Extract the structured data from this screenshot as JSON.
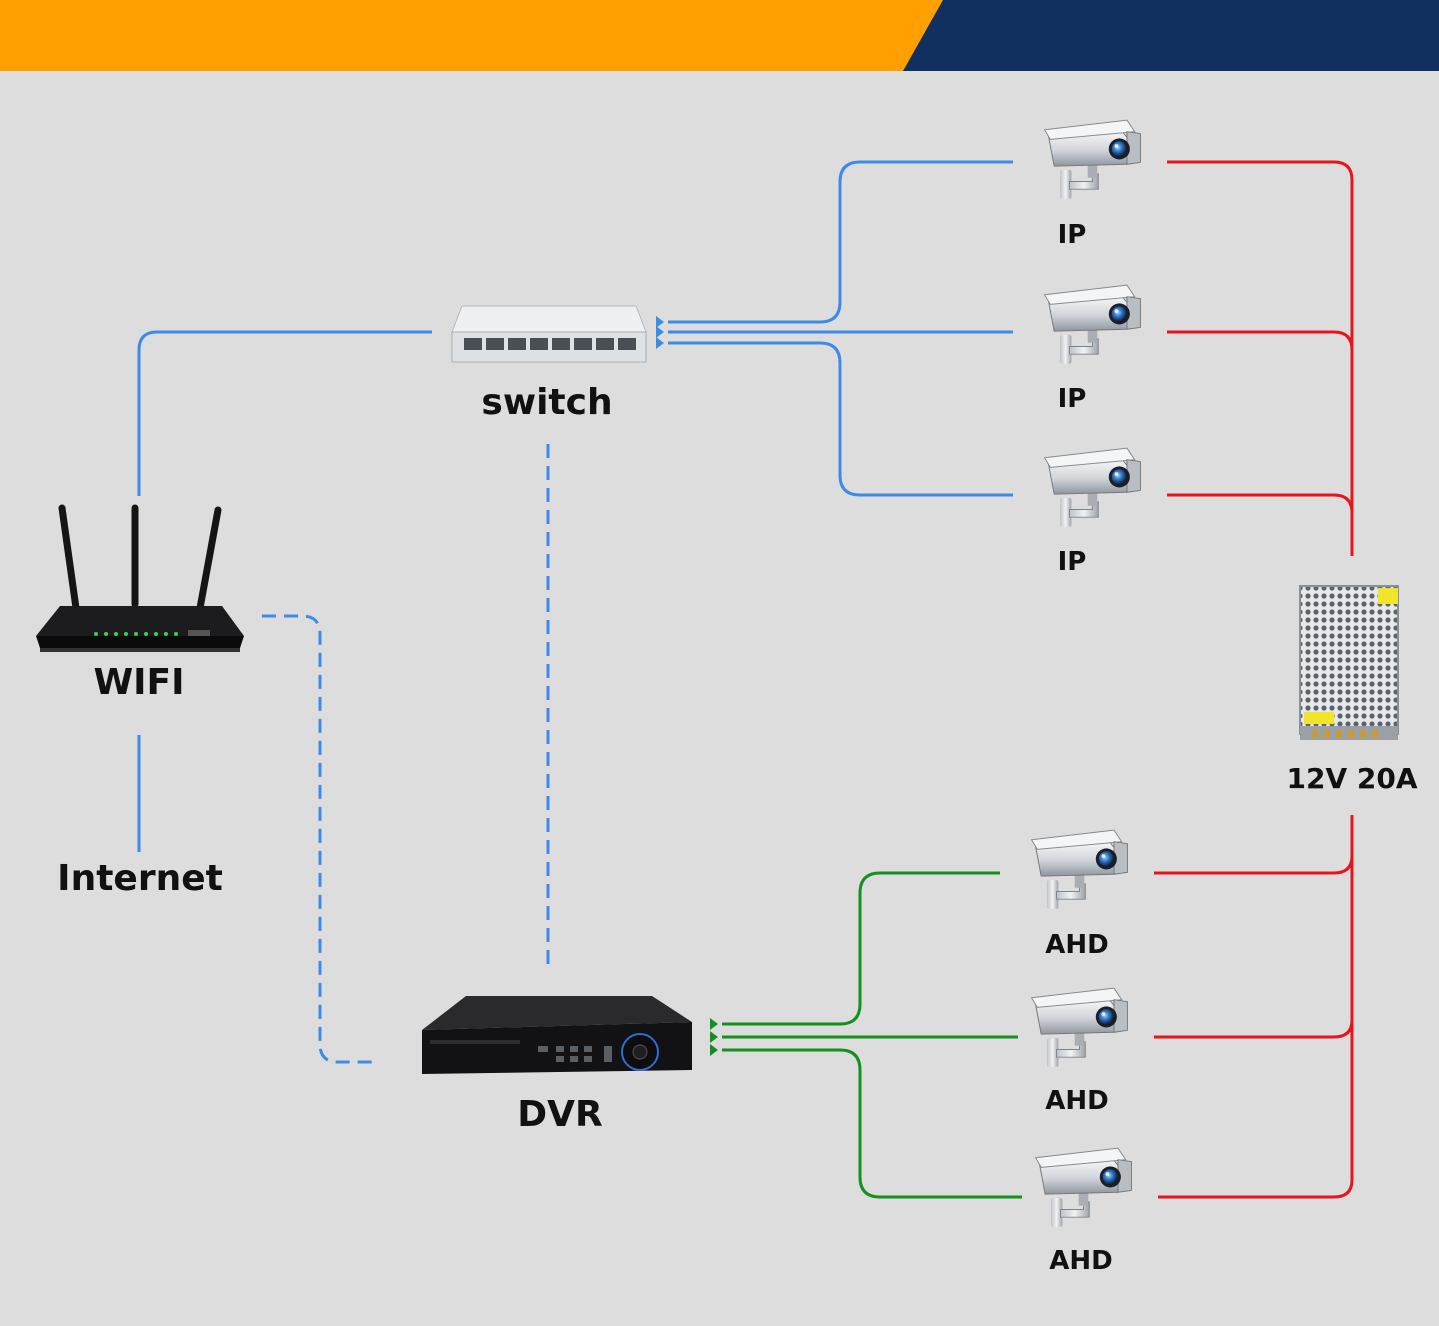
{
  "header": {
    "left_color": "#ffa000",
    "right_color": "#112f5f"
  },
  "colors": {
    "network": "#3d8be6",
    "power": "#e8141b",
    "video": "#139020",
    "background": "#dddddd"
  },
  "devices": {
    "router": {
      "label": "WIFI",
      "icon": "wifi-router-icon"
    },
    "internet": {
      "label": "Internet"
    },
    "switch": {
      "label": "switch",
      "icon": "network-switch-icon"
    },
    "dvr": {
      "label": "DVR",
      "icon": "dvr-recorder-icon"
    },
    "power_supply": {
      "label": "12V 20A",
      "icon": "power-supply-icon"
    }
  },
  "ip_cameras": [
    {
      "label": "IP"
    },
    {
      "label": "IP"
    },
    {
      "label": "IP"
    }
  ],
  "ahd_cameras": [
    {
      "label": "AHD"
    },
    {
      "label": "AHD"
    },
    {
      "label": "AHD"
    }
  ]
}
